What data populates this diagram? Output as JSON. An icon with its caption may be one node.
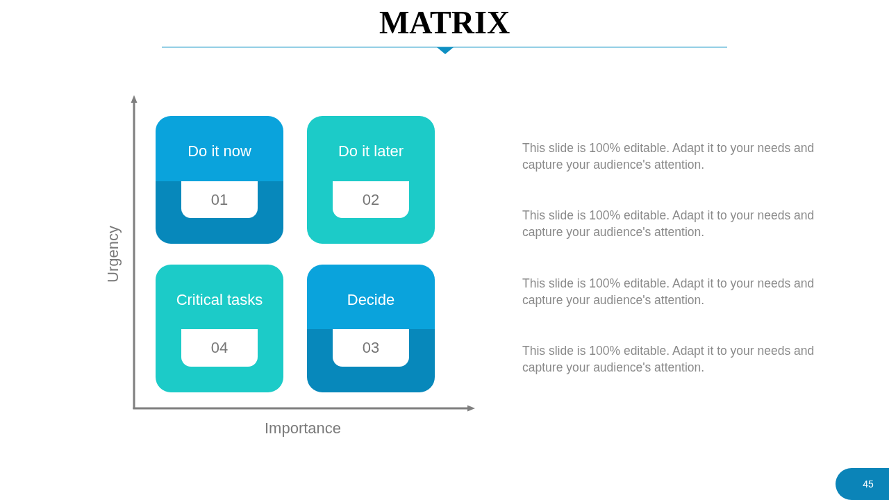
{
  "diagram": {
    "title": "MATRIX",
    "nodes": [
      {
        "text": [
          "Do it now"
        ]
      },
      {
        "text": [
          "01"
        ],
        "in": 0
      },
      {
        "text": [
          "Do it later"
        ]
      },
      {
        "text": [
          "02"
        ],
        "in": 2
      },
      {
        "text": [
          "Critical tasks"
        ]
      },
      {
        "text": [
          "04"
        ],
        "in": 4
      },
      {
        "text": [
          "Decide"
        ]
      },
      {
        "text": [
          "03"
        ],
        "in": 6
      },
      {
        "text": [
          "45"
        ]
      }
    ],
    "labels": [
      "This slide is 100% editable. Adapt it to your needs and capture your audience's attention.",
      "This slide is 100% editable. Adapt it to your needs and capture your audience's attention.",
      "Urgency",
      "This slide is 100% editable. Adapt it to your needs and capture your audience's attention.",
      "This slide is 100% editable. Adapt it to your needs and capture your audience's attention.",
      "Importance"
    ]
  }
}
